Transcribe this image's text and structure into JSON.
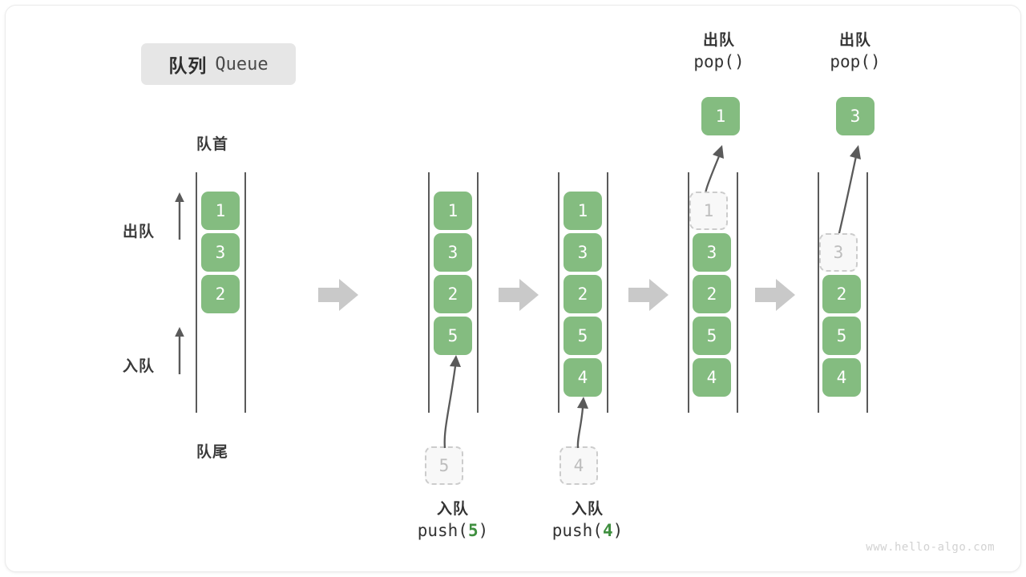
{
  "title": {
    "cn": "队列",
    "en": "Queue"
  },
  "labels": {
    "front": "队首",
    "rear": "队尾",
    "dequeue": "出队",
    "enqueue": "入队"
  },
  "watermark": "www.hello-algo.com",
  "colors": {
    "block_green": "#84bc80",
    "ghost_fill": "#f8f8f8",
    "ghost_border": "#cccccc",
    "rail": "#5a5a5a",
    "step_arrow": "#c9c9c9",
    "curve_arrow": "#5a5a5a",
    "badge_bg": "#e6e6e6",
    "text_dark": "#333333",
    "arg_green": "#3f8f3f",
    "watermark": "#d2d2d2"
  },
  "stages": [
    {
      "id": "initial",
      "blocks": [
        "1",
        "3",
        "2"
      ],
      "ghost": null,
      "popped": null,
      "caption_top": null,
      "caption_bottom": null
    },
    {
      "id": "push-5",
      "blocks": [
        "1",
        "3",
        "2",
        "5"
      ],
      "ghost": {
        "value": "5",
        "where": "below"
      },
      "popped": null,
      "caption_top": null,
      "caption_bottom": {
        "line1": "入队",
        "fn": "push(",
        "arg": "5",
        "fn_end": ")"
      }
    },
    {
      "id": "push-4",
      "blocks": [
        "1",
        "3",
        "2",
        "5",
        "4"
      ],
      "ghost": {
        "value": "4",
        "where": "below"
      },
      "popped": null,
      "caption_top": null,
      "caption_bottom": {
        "line1": "入队",
        "fn": "push(",
        "arg": "4",
        "fn_end": ")"
      }
    },
    {
      "id": "pop-1",
      "blocks": [
        "3",
        "2",
        "5",
        "4"
      ],
      "ghost": {
        "value": "1",
        "where": "slot-1"
      },
      "popped": "1",
      "caption_top": {
        "line1": "出队",
        "fn": "pop()"
      },
      "caption_bottom": null
    },
    {
      "id": "pop-3",
      "blocks": [
        "2",
        "5",
        "4"
      ],
      "ghost": {
        "value": "3",
        "where": "slot-2"
      },
      "popped": "3",
      "caption_top": {
        "line1": "出队",
        "fn": "pop()"
      },
      "caption_bottom": null
    }
  ]
}
